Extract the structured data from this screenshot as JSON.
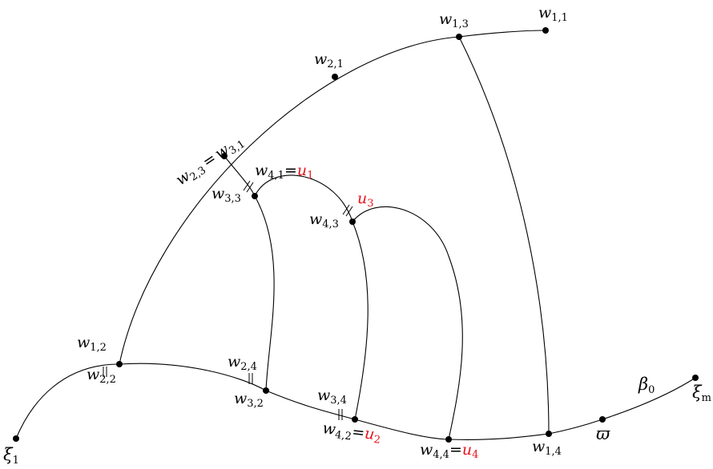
{
  "colors": {
    "ink": "#000000",
    "highlight": "#e8141c"
  },
  "labels": {
    "w11": {
      "base": "w",
      "sub": "1,1"
    },
    "w13": {
      "base": "w",
      "sub": "1,3"
    },
    "w21": {
      "base": "w",
      "sub": "2,1"
    },
    "w23": {
      "base": "w",
      "sub": "2,3"
    },
    "w31": {
      "base": "w",
      "sub": "3,1"
    },
    "w41": {
      "base": "w",
      "sub": "4,1"
    },
    "u1": {
      "base": "u",
      "sub": "1"
    },
    "w33": {
      "base": "w",
      "sub": "3,3"
    },
    "u3": {
      "base": "u",
      "sub": "3"
    },
    "w43": {
      "base": "w",
      "sub": "4,3"
    },
    "w12": {
      "base": "w",
      "sub": "1,2"
    },
    "w22": {
      "base": "w",
      "sub": "2,2"
    },
    "w24": {
      "base": "w",
      "sub": "2,4"
    },
    "w32": {
      "base": "w",
      "sub": "3,2"
    },
    "w34": {
      "base": "w",
      "sub": "3,4"
    },
    "w42": {
      "base": "w",
      "sub": "4,2"
    },
    "u2": {
      "base": "u",
      "sub": "2"
    },
    "w44": {
      "base": "w",
      "sub": "4,4"
    },
    "u4": {
      "base": "u",
      "sub": "4"
    },
    "w14": {
      "base": "w",
      "sub": "1,4"
    },
    "varpi": {
      "base": "ϖ"
    },
    "beta0": {
      "base": "β",
      "sub": "0"
    },
    "xi1": {
      "base": "ξ",
      "sub": "1"
    },
    "xim": {
      "base": "ξ",
      "sub": "m"
    },
    "eq": "="
  }
}
